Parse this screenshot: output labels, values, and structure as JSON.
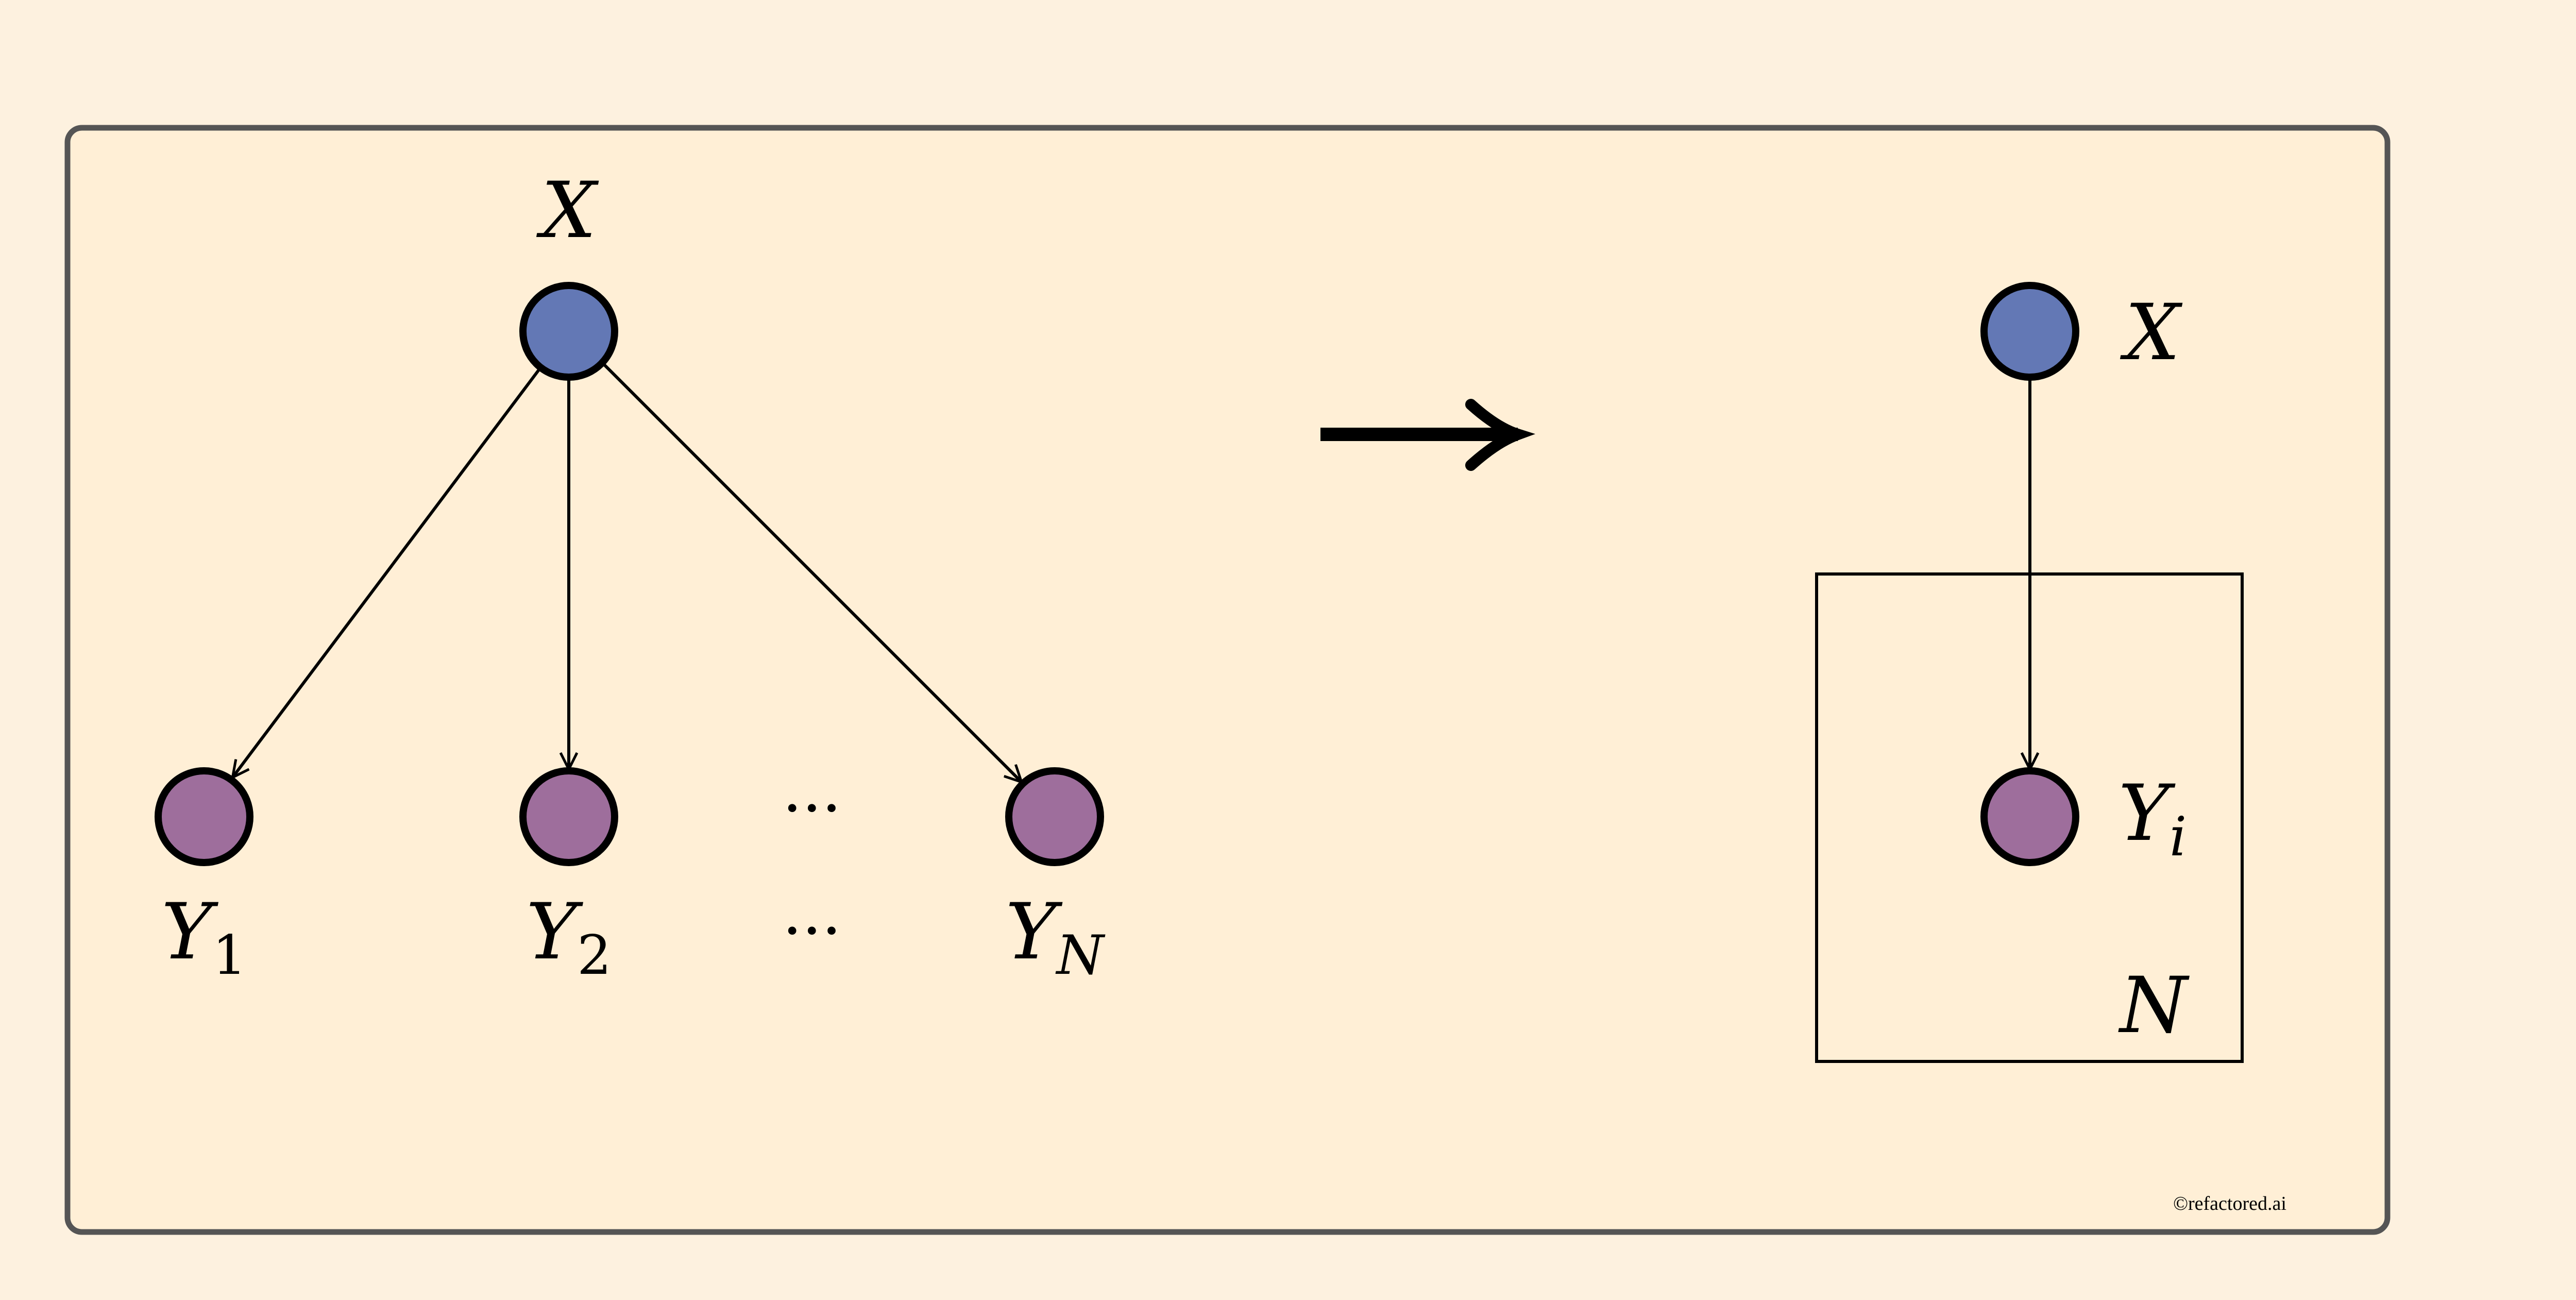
{
  "left_graph": {
    "parent_label": "X",
    "children": [
      {
        "base": "Y",
        "sub": "1"
      },
      {
        "base": "Y",
        "sub": "2"
      },
      {
        "base": "Y",
        "sub": "N"
      }
    ],
    "ellipsis": "···"
  },
  "right_graph": {
    "parent_label": "X",
    "child": {
      "base": "Y",
      "sub": "i"
    },
    "plate_label": "N"
  },
  "credit": "©refactored.ai",
  "colors": {
    "background": "#fdf1df",
    "panel_fill": "#ffefd6",
    "panel_border": "#555555",
    "parent_node": "#6378b5",
    "child_node": "#9e6e9c",
    "stroke": "#000000"
  }
}
